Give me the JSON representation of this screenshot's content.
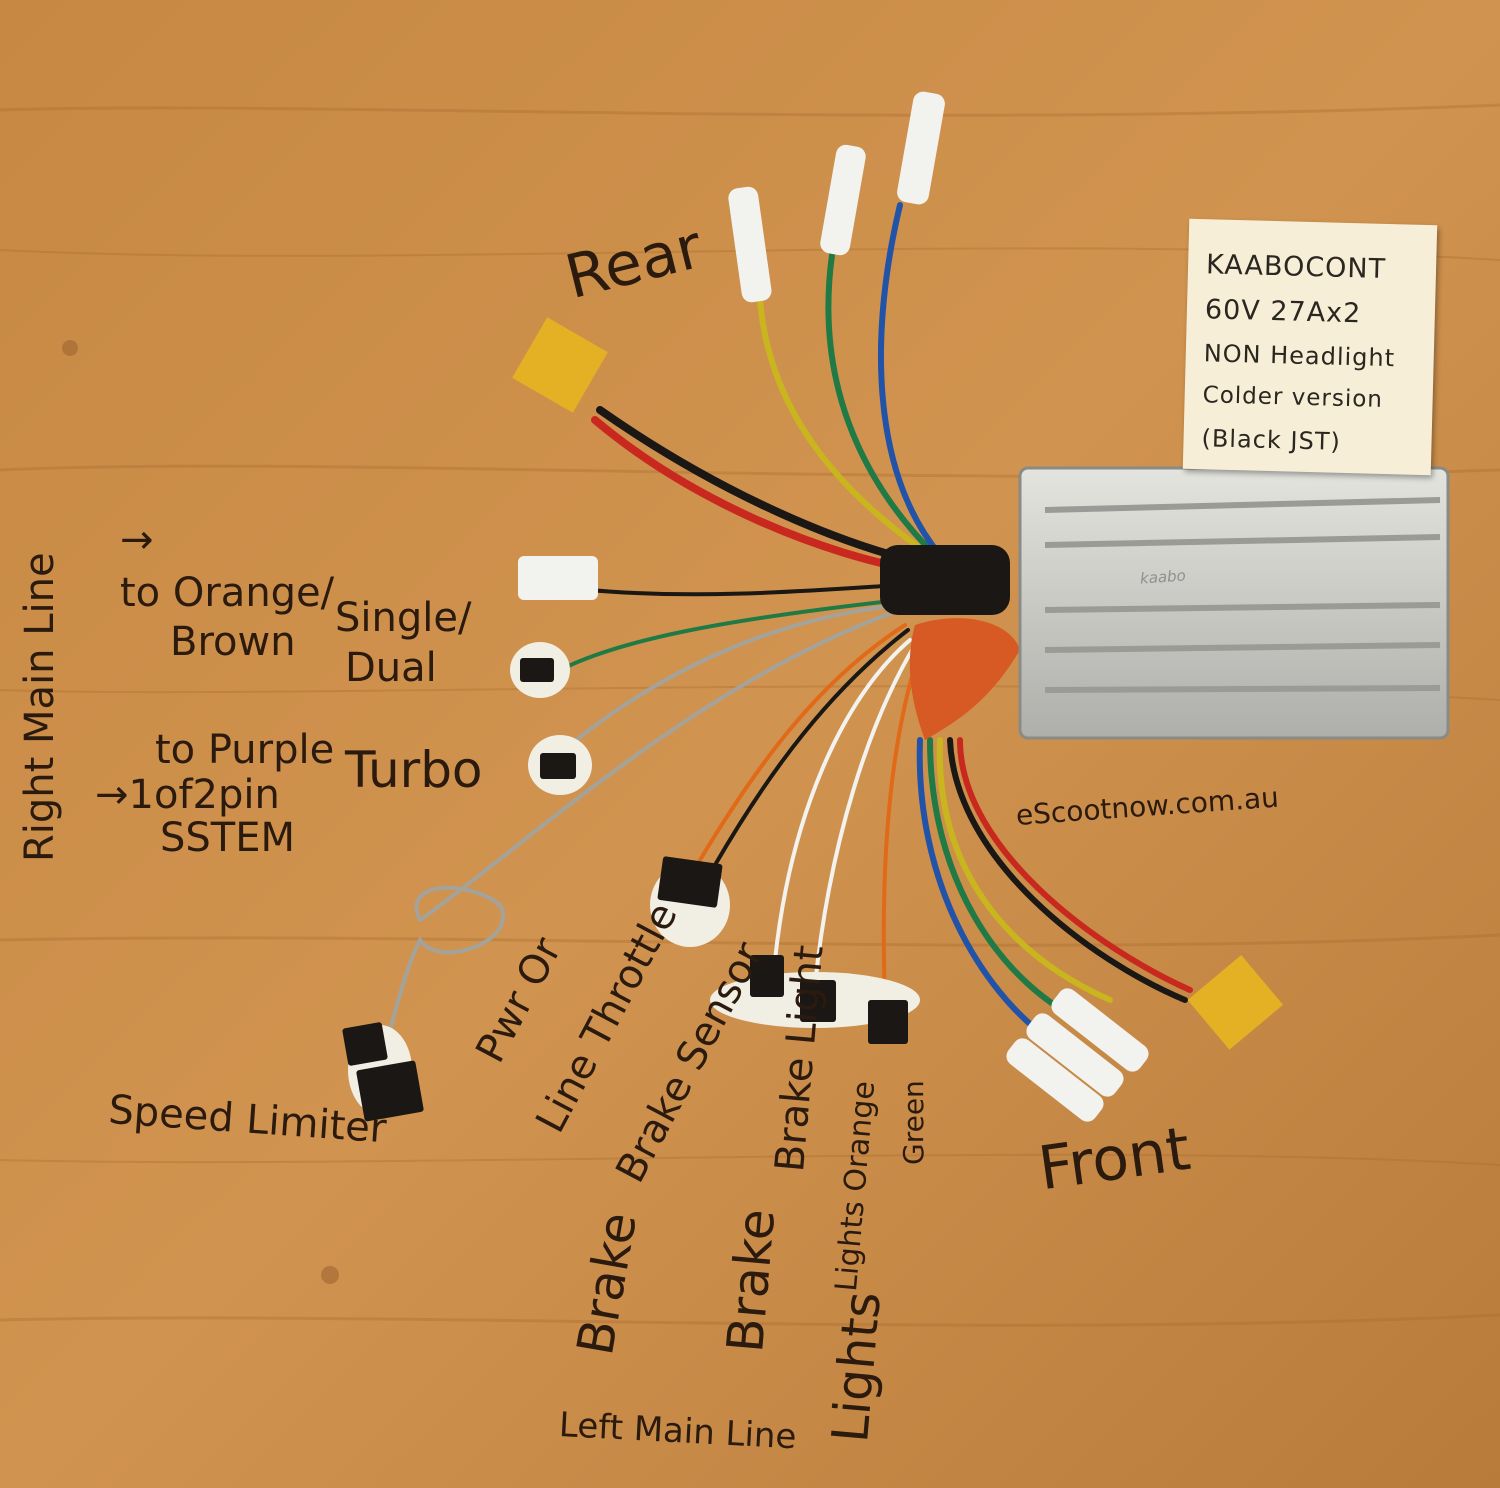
{
  "note": {
    "lines": [
      "KAABOCONT",
      "60V 27Ax2",
      "NON Headlight",
      "Colder version",
      "(Black JST)"
    ]
  },
  "controller": {
    "brand": "kaabo"
  },
  "labels": {
    "rear": "Rear",
    "front": "Front",
    "website": "eScootnow.com.au",
    "right_main_line": "Right Main Line",
    "arrow_right": "→",
    "to_orange_brown_1": "to Orange/",
    "to_orange_brown_2": "Brown",
    "single_dual_1": "Single/",
    "single_dual_2": "Dual",
    "to_purple": "to Purple",
    "to_1of2pin_1": "→1of2pin",
    "to_1of2pin_2": "SSTEM",
    "turbo": "Turbo",
    "speed_limiter": "Speed Limiter",
    "pwr_or_throttle": "Pwr Or",
    "line_throttle": "Line Throttle",
    "brake_sensor": "Brake Sensor",
    "brake_1": "Brake",
    "brake_light": "Brake Light",
    "brake_2": "Brake",
    "lights_orange": "Lights Orange",
    "lights": "Lights",
    "green": "Green",
    "left_main_line": "Left Main Line"
  },
  "colors": {
    "wood": "#c98a45",
    "wire_red": "#c8281e",
    "wire_black": "#1a1714",
    "wire_yellow": "#c9b51d",
    "wire_green": "#1f7a45",
    "wire_blue": "#2153a8",
    "wire_orange": "#e06a18",
    "wire_white": "#f2f2ee",
    "wire_grey": "#a3a39c",
    "xt_connector": "#e3b123",
    "aluminium": "#c9c9c4",
    "orange_sleeve": "#d75a25"
  }
}
